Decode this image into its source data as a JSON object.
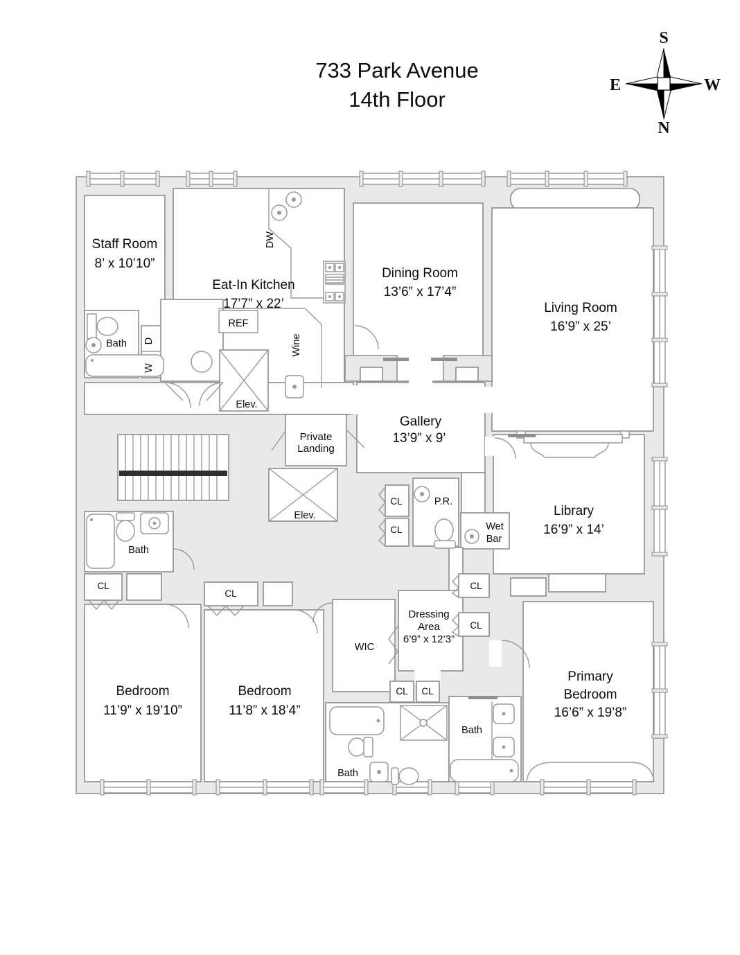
{
  "title": {
    "line1": "733 Park Avenue",
    "line2": "14th Floor"
  },
  "compass": {
    "top": "S",
    "bottom": "N",
    "left": "E",
    "right": "W"
  },
  "colors": {
    "wall_fill": "#e9e9e9",
    "wall_stroke": "#8d8d8d",
    "stair_band": "#2f2f2f",
    "text": "#0c0c0c"
  },
  "rooms": {
    "staff": {
      "name": "Staff Room",
      "dims": "8’ x 10’10”"
    },
    "kitchen": {
      "name": "Eat-In Kitchen",
      "dims": "17’7” x 22’"
    },
    "dining": {
      "name": "Dining Room",
      "dims": "13’6” x 17’4”"
    },
    "living": {
      "name": "Living Room",
      "dims": "16’9” x 25’"
    },
    "gallery": {
      "name": "Gallery",
      "dims": "13’9” x 9’"
    },
    "library": {
      "name": "Library",
      "dims": "16’9” x 14’"
    },
    "landing": {
      "line1": "Private",
      "line2": "Landing"
    },
    "dressing": {
      "line1": "Dressing",
      "line2": "Area",
      "dims": "6’9” x 12’3”"
    },
    "bedroom1": {
      "name": "Bedroom",
      "dims": "11’9” x 19’10”"
    },
    "bedroom2": {
      "name": "Bedroom",
      "dims": "11’8” x 18’4”"
    },
    "primary": {
      "line1": "Primary",
      "line2": "Bedroom",
      "dims": "16’6” x 19’8”"
    }
  },
  "fixtures": {
    "bath": "Bath",
    "elevator": "Elev.",
    "closet": "CL",
    "washer": "W",
    "dryer": "D",
    "dishwasher": "DW",
    "refrigerator": "REF",
    "wine": "Wine",
    "powder_room": "P.R.",
    "wet_bar_line1": "Wet",
    "wet_bar_line2": "Bar",
    "wic": "WIC"
  }
}
